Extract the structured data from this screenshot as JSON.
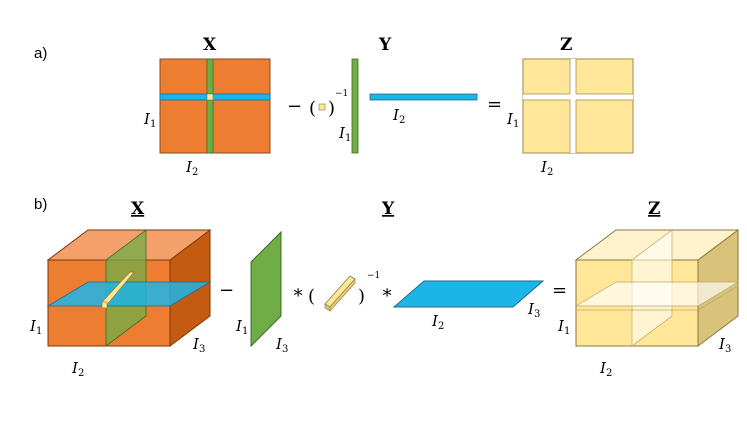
{
  "panel_a": {
    "label": "a)",
    "title_x": "X",
    "title_y": "Y",
    "title_z": "Z",
    "minus": "−",
    "equals": "=",
    "inverse_exp": "−1",
    "dims": {
      "i1": "I",
      "i2": "I",
      "i1_sub": "1",
      "i2_sub": "2"
    }
  },
  "panel_b": {
    "label": "b)",
    "title_x": "X",
    "title_y": "Y",
    "title_z": "Z",
    "minus": "−",
    "equals": "=",
    "star": "∗",
    "lparen": "(",
    "rparen": ")",
    "inverse_exp": "−1",
    "dims": {
      "i": "I",
      "s1": "1",
      "s2": "2",
      "s3": "3"
    }
  },
  "colors": {
    "orange": "#ED7D31",
    "orange_dark": "#C55A11",
    "orange_light": "#F4A06A",
    "green": "#70AD47",
    "blue": "#1CB5E8",
    "yellow": "#FFE699",
    "yellow_dark": "#D9C27A",
    "yellow_light": "#FFF2CC"
  }
}
